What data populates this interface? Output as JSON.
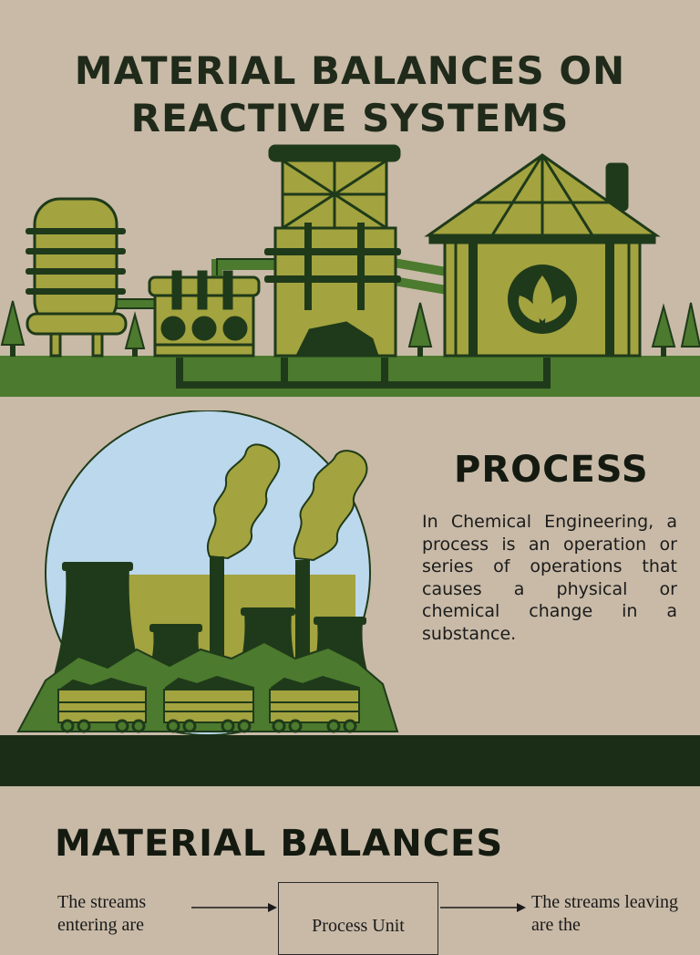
{
  "header": {
    "title_line1": "MATERIAL BALANCES ON",
    "title_line2": "REACTIVE SYSTEMS"
  },
  "process": {
    "heading": "PROCESS",
    "body": "In Chemical Engineering, a process is an operation or series of operations that causes a physical or chemical change in a substance."
  },
  "material_balances": {
    "heading": "MATERIAL BALANCES",
    "streams_in": "The streams entering are",
    "unit_label": "Process Unit",
    "streams_out": "The streams leaving are the"
  },
  "colors": {
    "background": "#c8baa7",
    "olive": "#a3a33f",
    "dark_green": "#1f3a1a",
    "grass": "#4c7a2e",
    "sky": "#bcd8ec"
  },
  "icons": {
    "factory_illustration": "factory-illustration",
    "power_plant_illustration": "power-plant-illustration",
    "leaf_badge": "leaf-icon",
    "arrow_in": "arrow-right-icon",
    "arrow_out": "arrow-right-icon"
  }
}
